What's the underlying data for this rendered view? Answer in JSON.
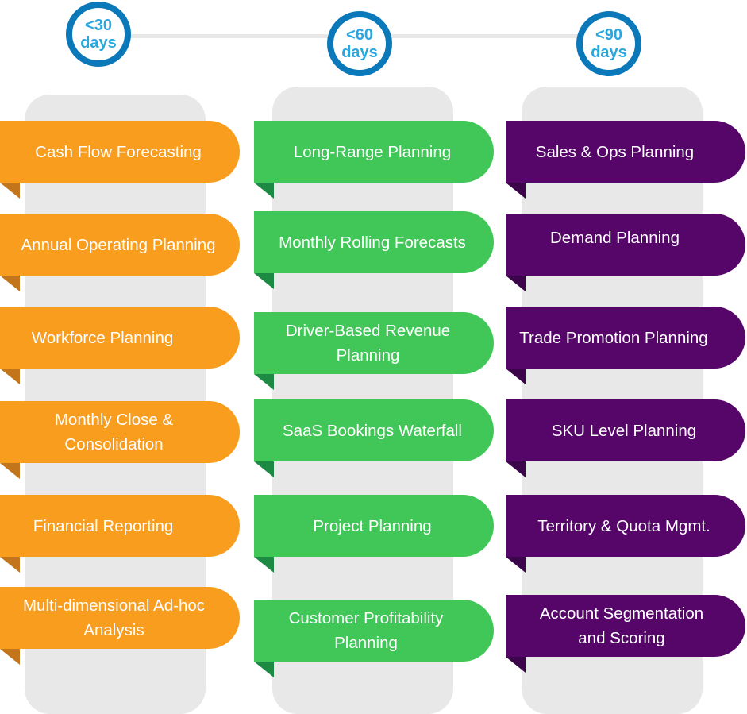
{
  "colors": {
    "circle_border": "#0b78b9",
    "circle_text": "#2aa7de",
    "orange": "#f99d1e",
    "green": "#40c757",
    "purple": "#560569",
    "column_bg": "#e8e8e9"
  },
  "milestones": [
    {
      "line1": "<30",
      "line2": "days"
    },
    {
      "line1": "<60",
      "line2": "days"
    },
    {
      "line1": "<90",
      "line2": "days"
    }
  ],
  "columns": [
    {
      "items": [
        "Cash Flow Forecasting",
        "Annual Operating Planning",
        "Workforce Planning",
        "Monthly Close & Consolidation",
        "Financial Reporting",
        "Multi-dimensional Ad-hoc Analysis"
      ]
    },
    {
      "items": [
        "Long-Range Planning",
        "Monthly Rolling Forecasts",
        "Driver-Based Revenue Planning",
        "SaaS Bookings Waterfall",
        "Project Planning",
        "Customer Profitability Planning"
      ]
    },
    {
      "items": [
        "Sales & Ops Planning",
        "Demand Planning",
        "Trade Promotion Planning",
        "SKU Level Planning",
        "Territory & Quota Mgmt.",
        "Account Segmentation and Scoring"
      ]
    }
  ]
}
